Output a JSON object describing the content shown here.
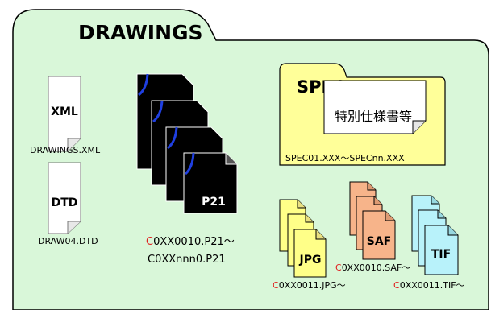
{
  "folder": {
    "title": "DRAWINGS"
  },
  "files": {
    "xml": {
      "icon_label": "XML",
      "filename": "DRAWINGS.XML"
    },
    "dtd": {
      "icon_label": "DTD",
      "filename": "DRAW04.DTD"
    }
  },
  "p21": {
    "icon_label": "P21",
    "range_prefix_1": "C",
    "range_rest_1": "0XX0010.P21～",
    "range_line_2": "C0XXnnn0.P21"
  },
  "spec": {
    "folder_label": "SPEC",
    "doc_text": "特別仕様書等",
    "range": "SPEC01.XXX～SPECnn.XXX"
  },
  "jpg": {
    "icon_label": "JPG",
    "range_prefix": "C",
    "range_rest": "0XX0011.JPG～"
  },
  "saf": {
    "icon_label": "SAF",
    "range_prefix": "C",
    "range_rest": "0XX0010.SAF～"
  },
  "tif": {
    "icon_label": "TIF",
    "range_prefix": "C",
    "range_rest": "0XX0011.TIF～"
  },
  "colors": {
    "folder_fill": "#d9f7d9",
    "spec_fill": "#ffff99",
    "jpg_fill": "#ffff88",
    "saf_fill": "#f7b48a",
    "tif_fill": "#b8f2fa",
    "p21_fill": "#000000",
    "accent_red": "#e02020"
  }
}
